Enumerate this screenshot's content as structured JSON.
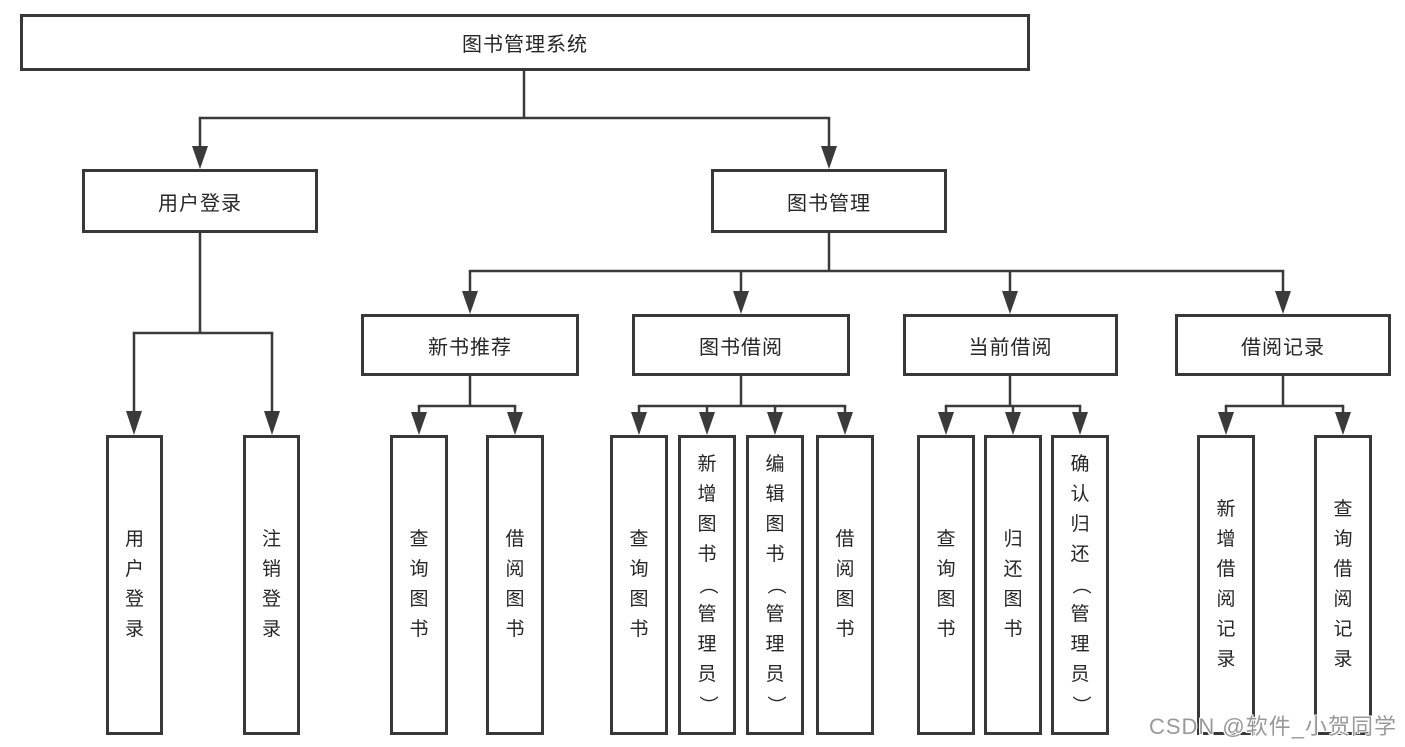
{
  "title": "图书管理系统",
  "watermark": "CSDN @软件_小贺同学",
  "colors": {
    "line": "#3a3a3a",
    "box_border": "#383838",
    "text": "#262626",
    "watermark": "#999999",
    "background": "#ffffff"
  },
  "nodes": {
    "root": "图书管理系统",
    "level2": {
      "user_login": "用户登录",
      "book_mgmt": "图书管理"
    },
    "level3": {
      "new_books": "新书推荐",
      "book_borrow": "图书借阅",
      "current_borrow": "当前借阅",
      "borrow_records": "借阅记录"
    },
    "leaves": {
      "user_login": [
        "用户登录",
        "注销登录"
      ],
      "new_books": [
        "查询图书",
        "借阅图书"
      ],
      "book_borrow": [
        "查询图书",
        "新增图书（管理员）",
        "编辑图书（管理员）",
        "借阅图书"
      ],
      "current_borrow": [
        "查询图书",
        "归还图书",
        "确认归还（管理员）"
      ],
      "borrow_records": [
        "新增借阅记录",
        "查询借阅记录"
      ]
    }
  }
}
